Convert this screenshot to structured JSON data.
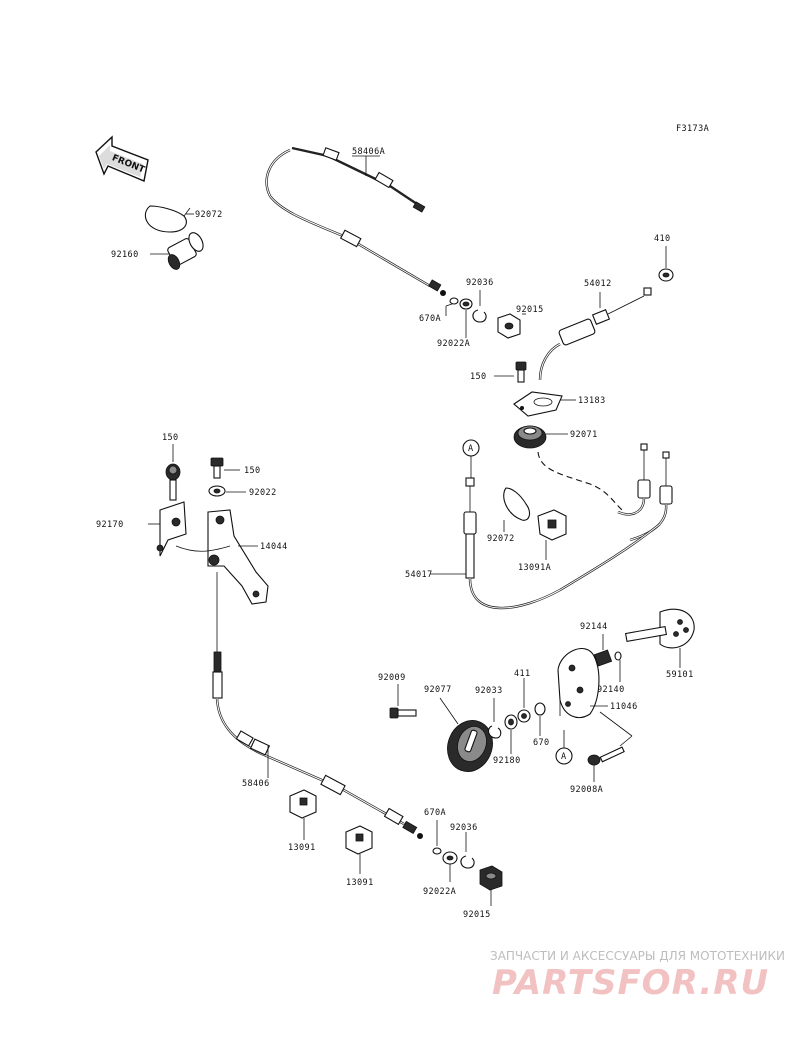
{
  "figure_code": "F3173A",
  "front_label": "FRONT",
  "ref_a": "A",
  "parts": {
    "p92072a": "92072",
    "p92160": "92160",
    "p58406a": "58406A",
    "p92036a": "92036",
    "p670a_top": "670A",
    "p92015_top": "92015",
    "p92022a_top": "92022A",
    "p410": "410",
    "p54012": "54012",
    "p150_top": "150",
    "p13183": "13183",
    "p92071": "92071",
    "p92072b": "92072",
    "p13091a": "13091A",
    "p54017": "54017",
    "p150_a": "150",
    "p150_b": "150",
    "p92022": "92022",
    "p92170": "92170",
    "p14044": "14044",
    "p92144": "92144",
    "p92140": "92140",
    "p59101": "59101",
    "p92009": "92009",
    "p92077": "92077",
    "p92033": "92033",
    "p411": "411",
    "p11046": "11046",
    "p670": "670",
    "p92180": "92180",
    "p92008a": "92008A",
    "p58406": "58406",
    "p670a_bot": "670A",
    "p92036b": "92036",
    "p13091_a": "13091",
    "p13091_b": "13091",
    "p92022a_bot": "92022A",
    "p92015_bot": "92015"
  },
  "watermark": {
    "caption": "ЗАПЧАСТИ И АКСЕССУАРЫ ДЛЯ МОТОТЕХНИКИ",
    "logo": "PARTSFOR.RU"
  }
}
